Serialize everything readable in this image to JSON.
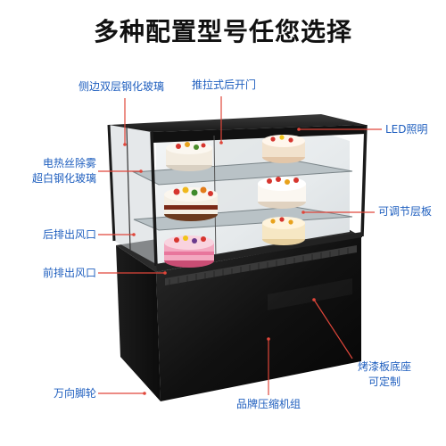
{
  "header": {
    "title": "多种配置型号任您选择"
  },
  "callouts": {
    "side_glass": "侧边双层钢化玻璃",
    "sliding_door": "推拉式后开门",
    "led_light": "LED照明",
    "heated_glass_line1": "电热丝除雾",
    "heated_glass_line2": "超白钢化玻璃",
    "adjustable_shelf": "可调节层板",
    "rear_vent": "后排出风口",
    "front_vent": "前排出风口",
    "casters": "万向脚轮",
    "compressor": "品牌压缩机组",
    "base_line1": "烤漆板底座",
    "base_line2": "可定制"
  },
  "colors": {
    "label_text": "#1f5fbf",
    "leader_line": "#e0463a",
    "cabinet_base": "#121212",
    "frame": "#1a1a1a"
  }
}
